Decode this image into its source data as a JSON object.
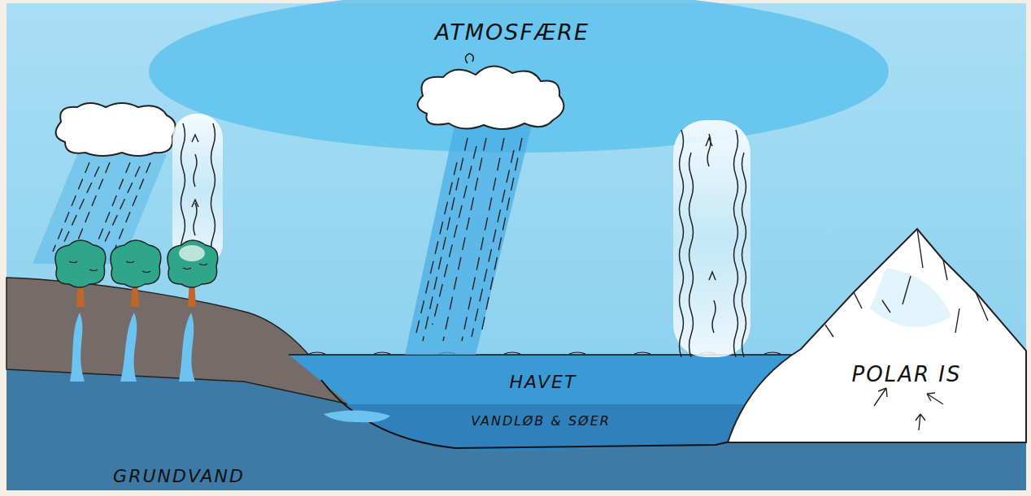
{
  "diagram": {
    "nodes": [
      {
        "text": [
          "ATMOSFÆRE"
        ]
      },
      {
        "text": [
          "HAVET"
        ]
      },
      {
        "text": [
          "VANDLØB & SØER"
        ]
      },
      {
        "text": [
          "POLAR IS"
        ]
      },
      {
        "text": [
          "GRUNDVAND"
        ]
      }
    ]
  }
}
